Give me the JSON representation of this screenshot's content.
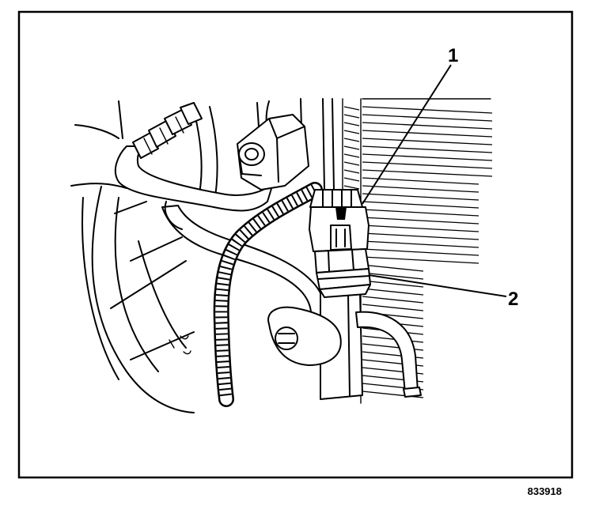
{
  "callouts": {
    "one": "1",
    "two": "2"
  },
  "figure_id": "833918",
  "colors": {
    "ink": "#000000",
    "paper": "#ffffff"
  }
}
